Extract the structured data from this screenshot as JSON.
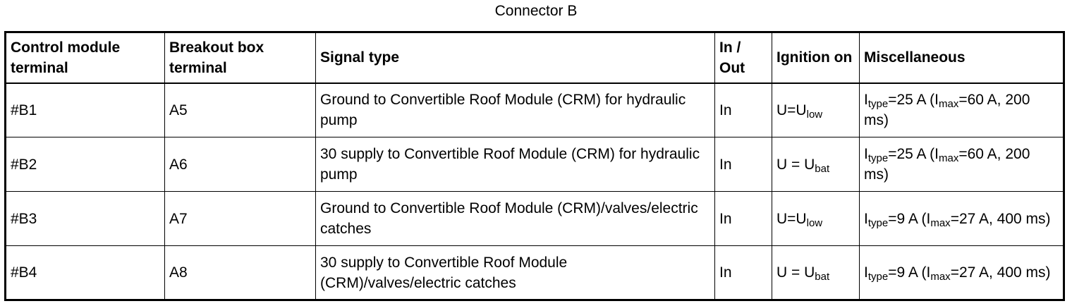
{
  "caption": "Connector B",
  "columns": [
    "Control module terminal",
    "Breakout box terminal",
    "Signal type",
    "In / Out",
    "Ignition on",
    "Miscellaneous"
  ],
  "rows": [
    {
      "control_module_terminal": "#B1",
      "breakout_box_terminal": "A5",
      "signal_type": "Ground to Convertible Roof Module (CRM) for hydraulic pump",
      "in_out": "In",
      "ignition": {
        "prefix": "U=U",
        "sub": "low"
      },
      "misc": {
        "p1": "I",
        "s1": "type",
        "p2": "=25 A (I",
        "s2": "max",
        "p3": "=60 A, 200 ms)"
      }
    },
    {
      "control_module_terminal": "#B2",
      "breakout_box_terminal": "A6",
      "signal_type": "30 supply to Convertible Roof Module (CRM) for hydraulic pump",
      "in_out": "In",
      "ignition": {
        "prefix": "U = U",
        "sub": "bat"
      },
      "misc": {
        "p1": "I",
        "s1": "type",
        "p2": "=25 A (I",
        "s2": "max",
        "p3": "=60 A, 200 ms)"
      }
    },
    {
      "control_module_terminal": "#B3",
      "breakout_box_terminal": "A7",
      "signal_type": "Ground to Convertible Roof Module (CRM)/valves/electric catches",
      "in_out": "In",
      "ignition": {
        "prefix": "U=U",
        "sub": "low"
      },
      "misc": {
        "p1": "I",
        "s1": "type",
        "p2": "=9 A (I",
        "s2": "max",
        "p3": "=27 A, 400 ms)"
      }
    },
    {
      "control_module_terminal": "#B4",
      "breakout_box_terminal": "A8",
      "signal_type": "30 supply to Convertible Roof Module (CRM)/valves/electric catches",
      "in_out": "In",
      "ignition": {
        "prefix": "U = U",
        "sub": "bat"
      },
      "misc": {
        "p1": "I",
        "s1": "type",
        "p2": "=9 A (I",
        "s2": "max",
        "p3": "=27 A, 400 ms)"
      }
    }
  ]
}
